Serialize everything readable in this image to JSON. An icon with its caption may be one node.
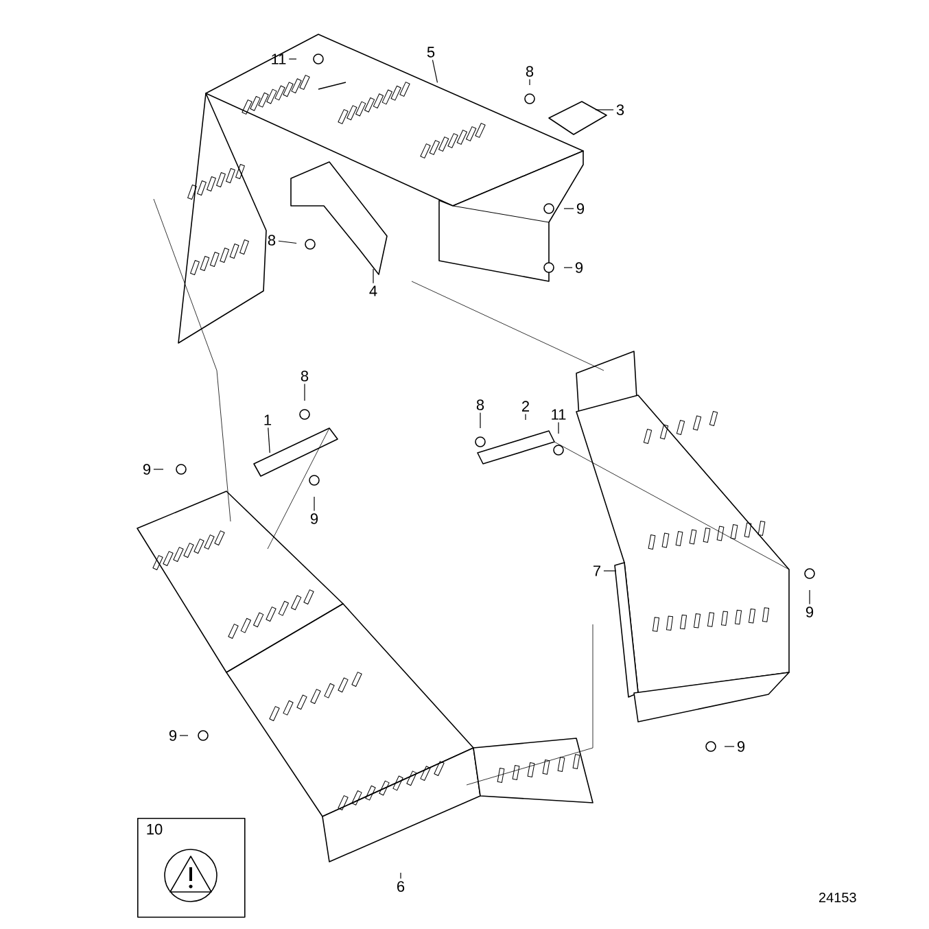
{
  "diagram": {
    "nodes": [
      {
        "text": [
          "11"
        ]
      },
      {
        "text": [
          "5"
        ]
      },
      {
        "text": [
          "8"
        ]
      },
      {
        "text": [
          "3"
        ]
      },
      {
        "text": [
          "9"
        ]
      },
      {
        "text": [
          "8"
        ]
      },
      {
        "text": [
          "9"
        ]
      },
      {
        "text": [
          "4"
        ]
      },
      {
        "text": [
          "8"
        ]
      },
      {
        "text": [
          "8"
        ]
      },
      {
        "text": [
          "2"
        ]
      },
      {
        "text": [
          "11"
        ]
      },
      {
        "text": [
          "1"
        ]
      },
      {
        "text": [
          "9"
        ]
      },
      {
        "text": [
          "9"
        ]
      },
      {
        "text": [
          "7"
        ]
      },
      {
        "text": [
          "9"
        ]
      },
      {
        "text": [
          "9"
        ]
      },
      {
        "text": [
          "9"
        ]
      },
      {
        "text": [
          "10"
        ]
      },
      {
        "text": [
          "6"
        ]
      }
    ],
    "edges": [
      {
        "from": 0,
        "to": null,
        "arrow": "none"
      },
      {
        "from": 1,
        "to": null,
        "arrow": "none"
      },
      {
        "from": 2,
        "to": null,
        "arrow": "none"
      },
      {
        "from": 3,
        "to": null,
        "arrow": "none"
      },
      {
        "from": 4,
        "to": null,
        "arrow": "none"
      },
      {
        "from": 5,
        "to": null,
        "arrow": "none"
      },
      {
        "from": 6,
        "to": null,
        "arrow": "none"
      },
      {
        "from": 7,
        "to": null,
        "arrow": "none"
      },
      {
        "from": 8,
        "to": null,
        "arrow": "none"
      },
      {
        "from": 9,
        "to": null,
        "arrow": "none"
      },
      {
        "from": 10,
        "to": null,
        "arrow": "none"
      },
      {
        "from": 11,
        "to": null,
        "arrow": "none"
      },
      {
        "from": 12,
        "to": null,
        "arrow": "none"
      },
      {
        "from": 13,
        "to": null,
        "arrow": "none"
      },
      {
        "from": 14,
        "to": null,
        "arrow": "none"
      },
      {
        "from": 15,
        "to": null,
        "arrow": "none"
      },
      {
        "from": 16,
        "to": null,
        "arrow": "none"
      },
      {
        "from": 17,
        "to": null,
        "arrow": "none"
      },
      {
        "from": 18,
        "to": null,
        "arrow": "none"
      },
      {
        "from": 20,
        "to": null,
        "arrow": "none"
      }
    ],
    "labels": [
      "24153"
    ]
  }
}
